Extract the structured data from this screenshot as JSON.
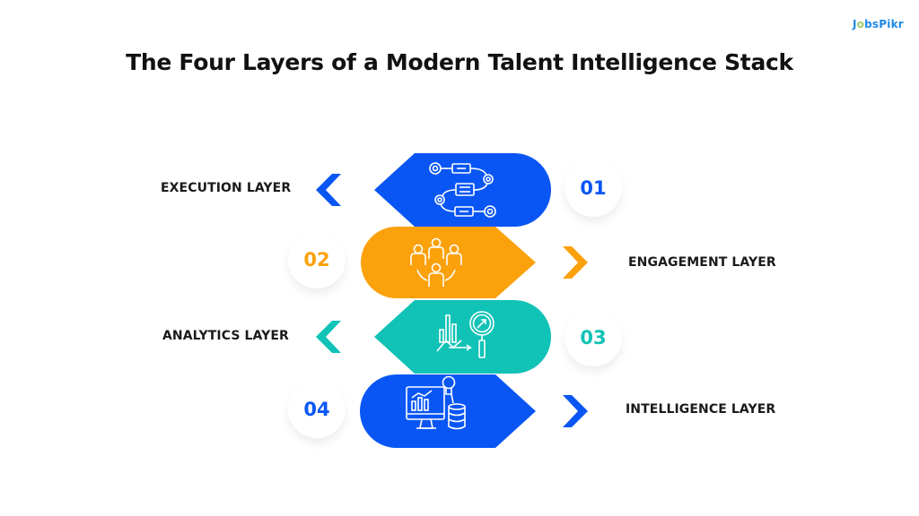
{
  "brand": {
    "logo_text_1": "J",
    "logo_dot": "o",
    "logo_text_2": "bsPikr"
  },
  "title": "The Four Layers of a Modern Talent Intelligence Stack",
  "colors": {
    "blue": "#0a56f5",
    "orange": "#fba10c",
    "teal": "#11c2b6",
    "text": "#1a1a1a"
  },
  "layers": [
    {
      "number": "01",
      "label": "EXECUTION LAYER",
      "color": "#0a56f5",
      "direction": "left",
      "icon": "workflow-gears-icon"
    },
    {
      "number": "02",
      "label": "ENGAGEMENT LAYER",
      "color": "#fba10c",
      "direction": "right",
      "icon": "team-group-icon"
    },
    {
      "number": "03",
      "label": "ANALYTICS LAYER",
      "color": "#11c2b6",
      "direction": "left",
      "icon": "chart-magnifier-icon"
    },
    {
      "number": "04",
      "label": "INTELLIGENCE LAYER",
      "color": "#0a56f5",
      "direction": "right",
      "icon": "monitor-database-bulb-icon"
    }
  ]
}
